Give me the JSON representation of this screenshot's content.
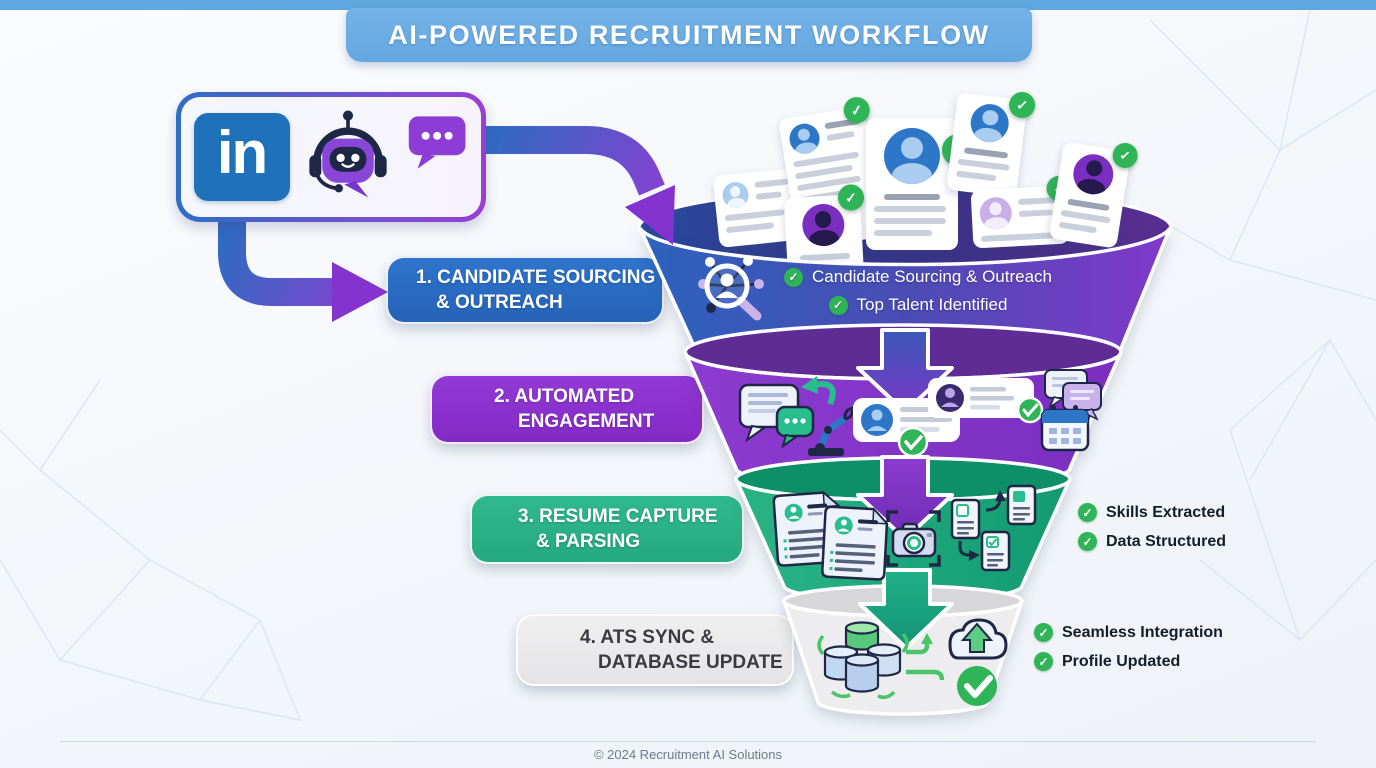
{
  "title": {
    "text": "AI-POWERED RECRUITMENT WORKFLOW",
    "banner_color": "#63a7e0",
    "top_strip_color": "#5da8e0"
  },
  "source": {
    "linkedin_text": "in",
    "icons": [
      "linkedin-logo",
      "chatbot-icon",
      "chat-bubble-icon"
    ]
  },
  "icons": {
    "check": "✓",
    "list": [
      "search-network-icon",
      "chat-bubble-icon",
      "robot-arm-icon",
      "candidate-card-icon",
      "calendar-icon",
      "resume-document-icon",
      "camera-capture-icon",
      "document-transform-icon",
      "database-cluster-icon",
      "cloud-upload-icon",
      "check-circle-icon"
    ]
  },
  "stages": [
    {
      "banner": {
        "line1": "1. CANDIDATE SOURCING",
        "line2": "& OUTREACH",
        "color": "#2a6cc4"
      },
      "funnel_colors": [
        "#2c63be",
        "#8138ca"
      ],
      "checklist": [
        {
          "label": "Candidate Sourcing & Outreach"
        },
        {
          "label": "Top Talent Identified"
        }
      ]
    },
    {
      "banner": {
        "line1": "2. AUTOMATED",
        "line2": "ENGAGEMENT",
        "color": "#8d32cf"
      },
      "funnel_colors": [
        "#8d3bd0",
        "#7a2ec0"
      ],
      "checklist": []
    },
    {
      "banner": {
        "line1": "3. RESUME CAPTURE",
        "line2": "& PARSING",
        "color": "#2cb287"
      },
      "funnel_colors": [
        "#2ab486",
        "#129a71"
      ],
      "checklist": [
        {
          "label": "Skills Extracted"
        },
        {
          "label": "Data Structured"
        }
      ]
    },
    {
      "banner": {
        "line1": "4. ATS SYNC &",
        "line2": "DATABASE UPDATE",
        "color": "#e9e9ec"
      },
      "funnel_colors": [
        "#ededef",
        "#d7d7da"
      ],
      "checklist": [
        {
          "label": "Seamless Integration"
        },
        {
          "label": "Profile Updated"
        }
      ]
    }
  ],
  "status_colors": {
    "check_green": "#2fb457",
    "accent_blue": "#2e77c8",
    "accent_purple": "#8433cf",
    "accent_teal": "#27bd8d"
  },
  "footer": {
    "text": "© 2024 Recruitment AI Solutions"
  }
}
